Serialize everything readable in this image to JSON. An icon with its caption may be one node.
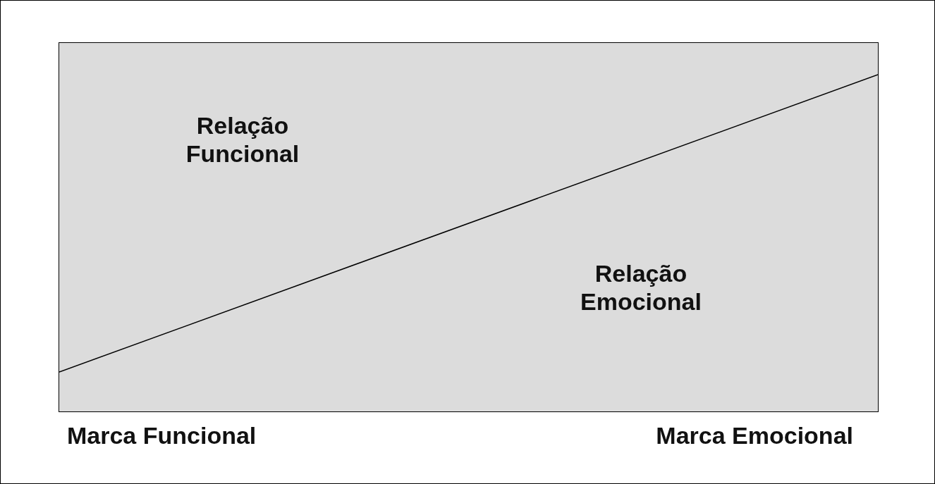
{
  "diagram": {
    "nodes": [
      {
        "text": [
          "Relação Funcional",
          "Relação Emocional"
        ]
      }
    ],
    "labels": [
      "Marca Funcional",
      "Marca Emocional"
    ]
  }
}
